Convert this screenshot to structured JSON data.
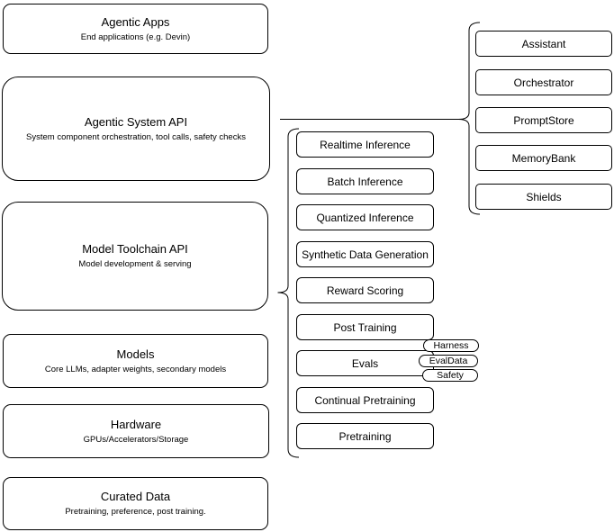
{
  "diagram": {
    "colors": {
      "stroke": "#000000",
      "fill": "#ffffff",
      "text": "#000000"
    },
    "left_column": [
      {
        "title": "Agentic Apps",
        "subtitle": "End applications (e.g. Devin)"
      },
      {
        "title": "Agentic System API",
        "subtitle": "System component orchestration, tool calls, safety checks"
      },
      {
        "title": "Model Toolchain API",
        "subtitle": "Model development & serving"
      },
      {
        "title": "Models",
        "subtitle": "Core LLMs, adapter weights, secondary models"
      },
      {
        "title": "Hardware",
        "subtitle": "GPUs/Accelerators/Storage"
      },
      {
        "title": "Curated Data",
        "subtitle": "Pretraining, preference, post training."
      }
    ],
    "toolchain_items": [
      "Realtime Inference",
      "Batch Inference",
      "Quantized Inference",
      "Synthetic Data Generation",
      "Reward Scoring",
      "Post Training",
      "Evals",
      "Continual Pretraining",
      "Pretraining"
    ],
    "evals_tags": [
      "Harness",
      "EvalData",
      "Safety"
    ],
    "system_components": [
      "Assistant",
      "Orchestrator",
      "PromptStore",
      "MemoryBank",
      "Shields"
    ]
  }
}
